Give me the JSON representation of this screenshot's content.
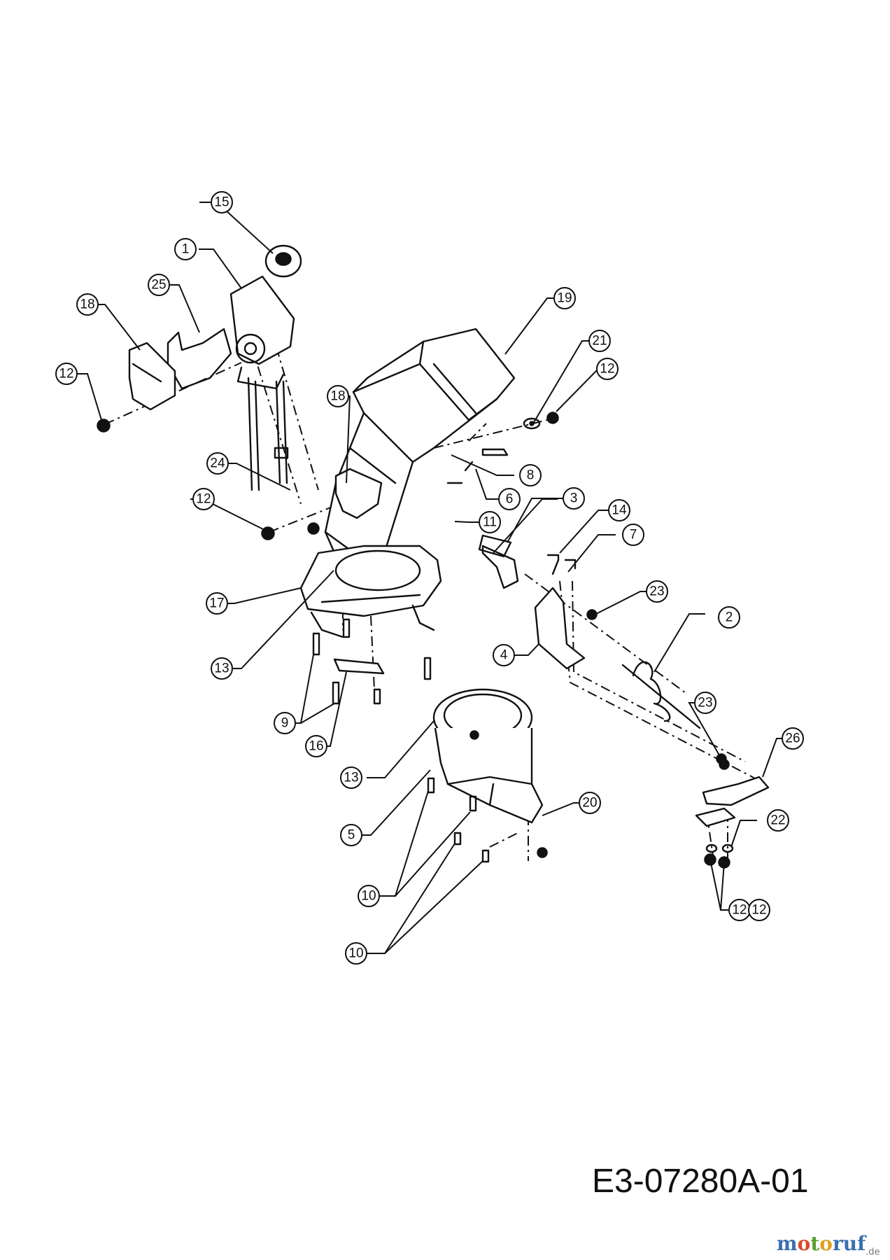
{
  "diagram_code": "E3-07280A-01",
  "watermark": {
    "brand": "motoruf",
    "suffix": ".de"
  },
  "callouts": [
    "1",
    "2",
    "3",
    "4",
    "5",
    "6",
    "7",
    "8",
    "9",
    "10",
    "10",
    "11",
    "12",
    "12",
    "12",
    "12",
    "12",
    "13",
    "13",
    "14",
    "15",
    "16",
    "17",
    "18",
    "18",
    "19",
    "20",
    "21",
    "22",
    "23",
    "23",
    "24",
    "25",
    "26"
  ]
}
